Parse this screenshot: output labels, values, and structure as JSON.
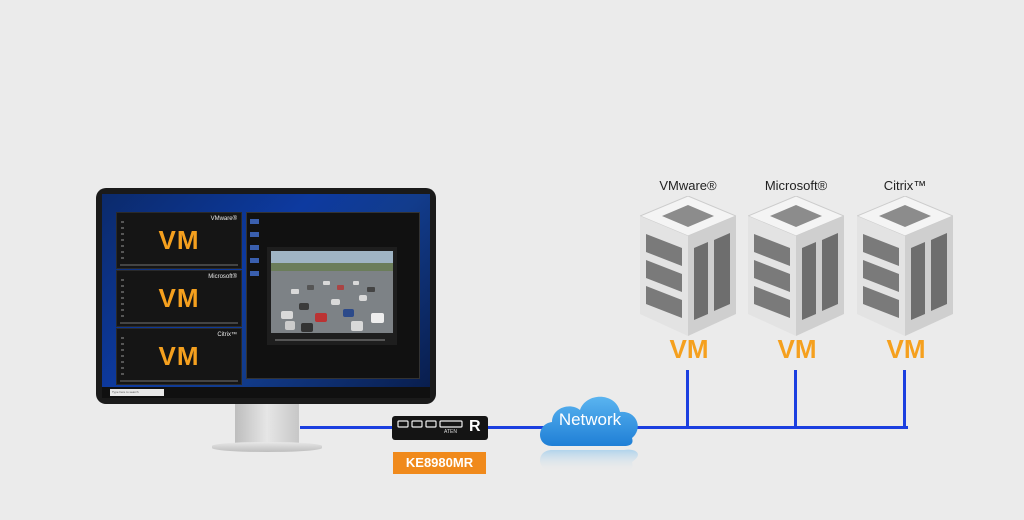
{
  "monitor": {
    "vm_panes": [
      {
        "platform": "VMware®",
        "label": "VM"
      },
      {
        "platform": "Microsoft®",
        "label": "VM"
      },
      {
        "platform": "Citrix™",
        "label": "VM"
      }
    ],
    "taskbar_search": "Type here to search"
  },
  "device": {
    "model": "KE8980MR",
    "brand": "ATEN",
    "letter": "R"
  },
  "network": {
    "label": "Network"
  },
  "servers": [
    {
      "platform": "VMware®",
      "label": "VM"
    },
    {
      "platform": "Microsoft®",
      "label": "VM"
    },
    {
      "platform": "Citrix™",
      "label": "VM"
    }
  ],
  "colors": {
    "accent_orange": "#f5a01e",
    "badge_orange": "#f08a1c",
    "line_blue": "#1b3fe0",
    "cloud_blue": "#2f95e4"
  }
}
